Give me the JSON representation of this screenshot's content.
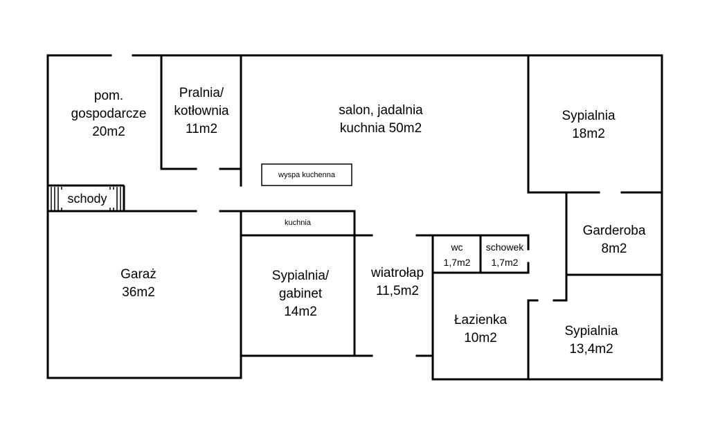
{
  "rooms": {
    "gospodarcze": {
      "line1": "pom.",
      "line2": "gospodarcze",
      "line3": "20m2"
    },
    "pralnia": {
      "line1": "Pralnia/",
      "line2": "kotłownia",
      "line3": "11m2"
    },
    "salon": {
      "line1": "salon, jadalnia",
      "line2": "kuchnia 50m2"
    },
    "sypialnia18": {
      "line1": "Sypialnia",
      "line2": "18m2"
    },
    "wyspa": {
      "label": "wyspa kuchenna"
    },
    "schody": {
      "label": "schody"
    },
    "kuchnia": {
      "label": "kuchnia"
    },
    "garaz": {
      "line1": "Garaż",
      "line2": "36m2"
    },
    "gabinet": {
      "line1": "Sypialnia/",
      "line2": "gabinet",
      "line3": "14m2"
    },
    "wiatrolap": {
      "line1": "wiatrołap",
      "line2": "11,5m2"
    },
    "wc": {
      "line1": "wc",
      "line2": "1,7m2"
    },
    "schowek": {
      "line1": "schowek",
      "line2": "1,7m2"
    },
    "garderoba": {
      "line1": "Garderoba",
      "line2": "8m2"
    },
    "lazienka": {
      "line1": "Łazienka",
      "line2": "10m2"
    },
    "sypialnia13": {
      "line1": "Sypialnia",
      "line2": "13,4m2"
    }
  }
}
